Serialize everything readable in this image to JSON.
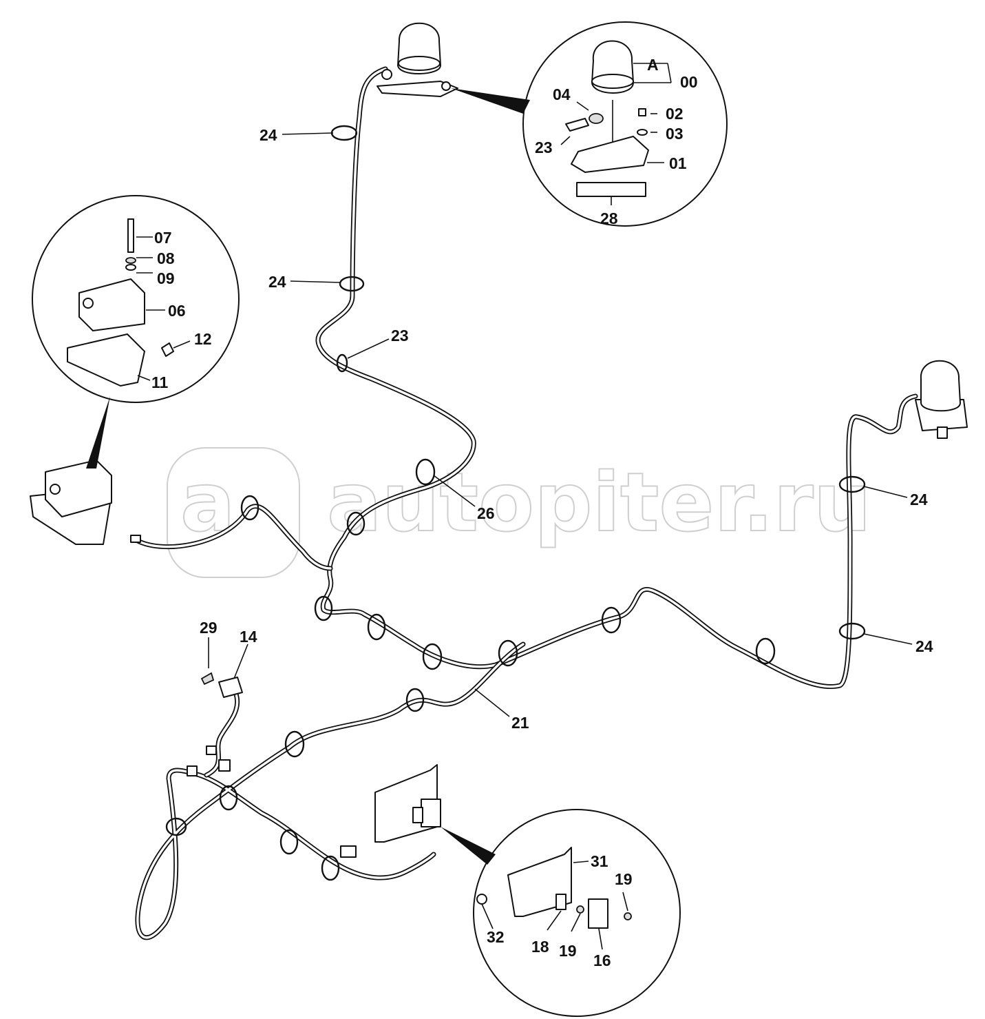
{
  "watermark": {
    "text": "autopiter.ru",
    "logo_letter": "a"
  },
  "colors": {
    "line": "#111111",
    "background": "#ffffff",
    "watermark": "#cfcfcf"
  },
  "labels": {
    "l00": "00",
    "lA": "A",
    "l01": "01",
    "l02": "02",
    "l03": "03",
    "l04": "04",
    "l23a": "23",
    "l28": "28",
    "l07": "07",
    "l08": "08",
    "l09": "09",
    "l06": "06",
    "l12": "12",
    "l11": "11",
    "l24a": "24",
    "l24b": "24",
    "l24c": "24",
    "l24d": "24",
    "l23b": "23",
    "l26": "26",
    "l21": "21",
    "l29": "29",
    "l14": "14",
    "l31": "31",
    "l19a": "19",
    "l19b": "19",
    "l32": "32",
    "l18": "18",
    "l16": "16"
  }
}
